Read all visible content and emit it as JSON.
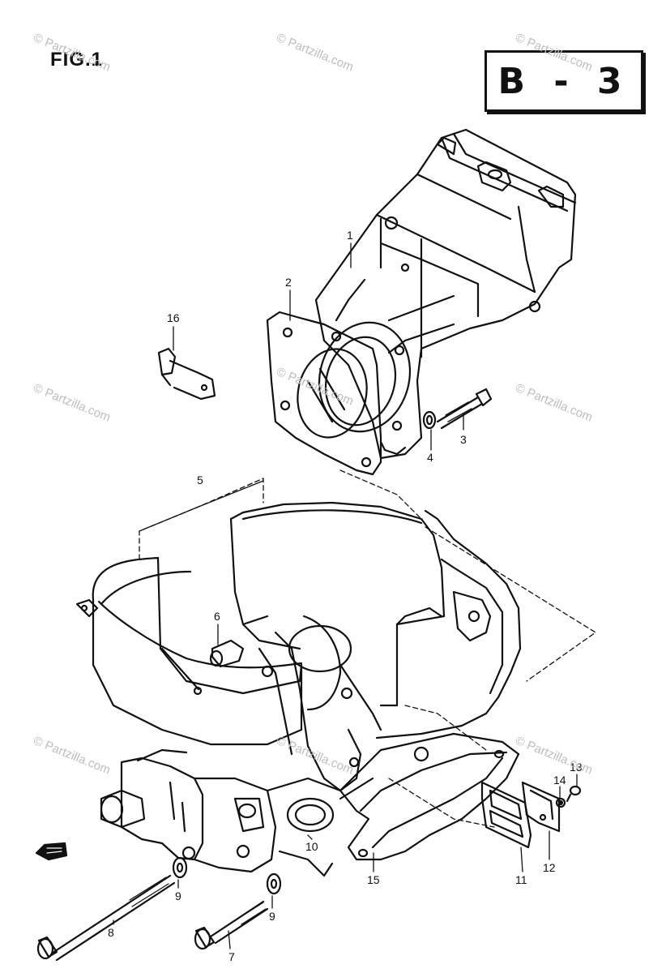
{
  "figure": {
    "label": "FIG.1",
    "reference": "B - 3"
  },
  "watermark": "© Partzilla.com",
  "callouts": [
    {
      "id": "c1",
      "text": "1"
    },
    {
      "id": "c2",
      "text": "2"
    },
    {
      "id": "c3",
      "text": "3"
    },
    {
      "id": "c4",
      "text": "4"
    },
    {
      "id": "c5",
      "text": "5"
    },
    {
      "id": "c6",
      "text": "6"
    },
    {
      "id": "c7",
      "text": "7"
    },
    {
      "id": "c8",
      "text": "8"
    },
    {
      "id": "c9a",
      "text": "9"
    },
    {
      "id": "c9b",
      "text": "9"
    },
    {
      "id": "c10",
      "text": "10"
    },
    {
      "id": "c11",
      "text": "11"
    },
    {
      "id": "c12",
      "text": "12"
    },
    {
      "id": "c13",
      "text": "13"
    },
    {
      "id": "c14",
      "text": "14"
    },
    {
      "id": "c15",
      "text": "15"
    },
    {
      "id": "c16",
      "text": "16"
    }
  ]
}
